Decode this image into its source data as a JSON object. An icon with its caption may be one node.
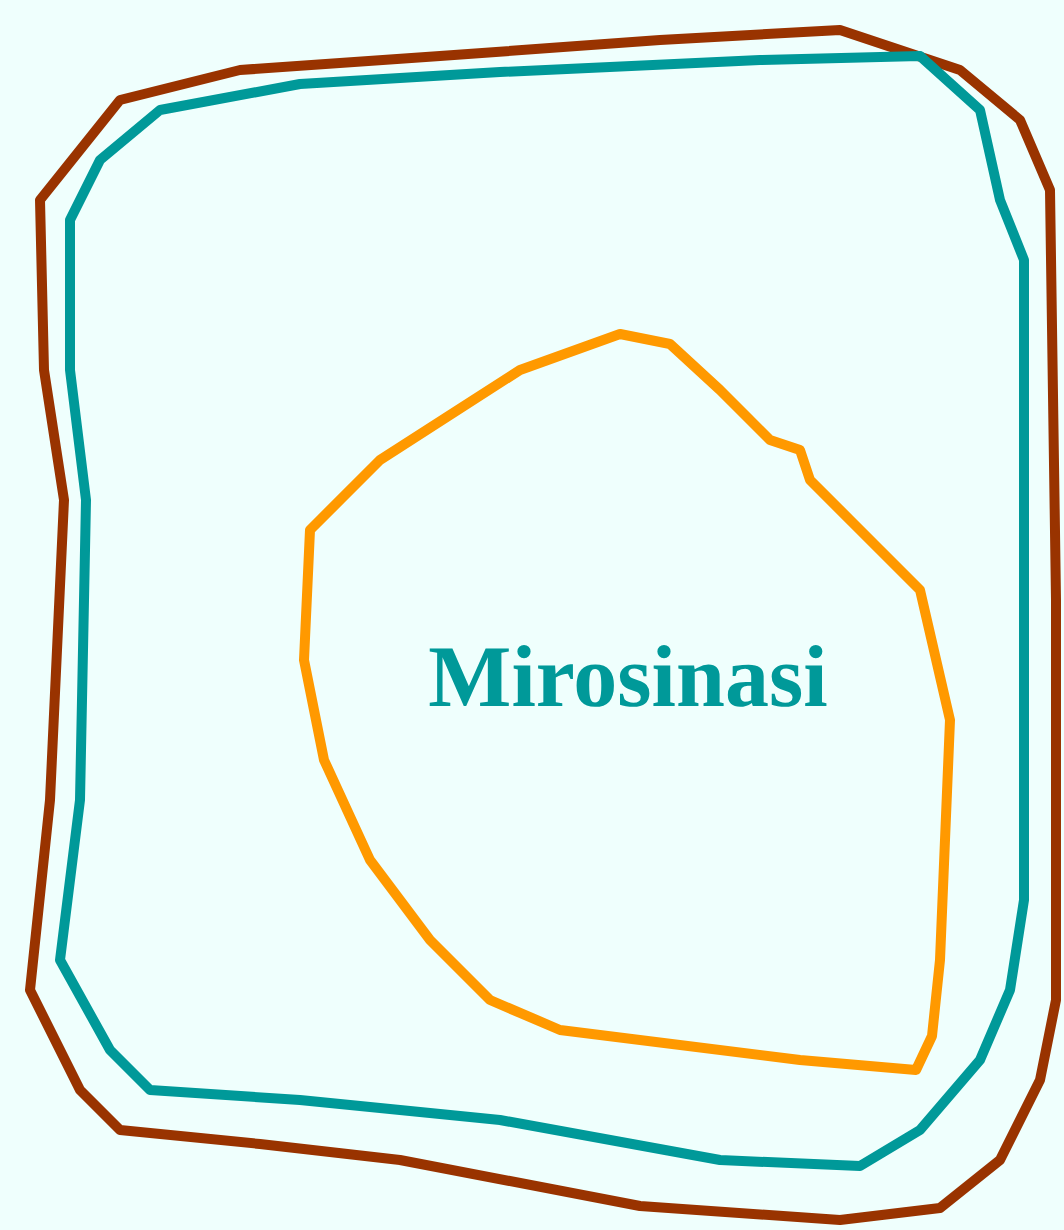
{
  "diagram": {
    "nodes": [
      {
        "text": [],
        "shape": "blob"
      },
      {
        "text": [],
        "shape": "blob",
        "in": 0
      },
      {
        "text": [
          "Mirosinasi"
        ],
        "in": 1
      }
    ]
  }
}
